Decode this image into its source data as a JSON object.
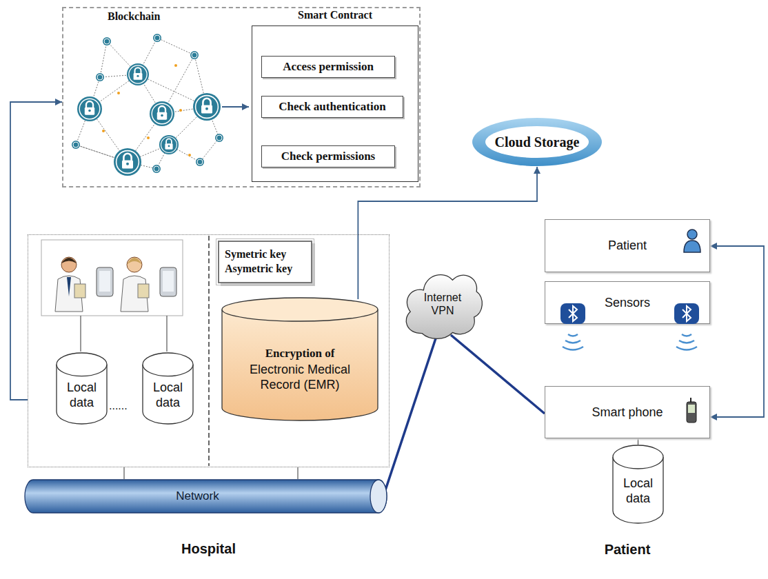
{
  "diagram": {
    "nodes": [
      {
        "text": [
          "Blockchain"
        ]
      },
      {
        "text": [
          "Smart Contract"
        ],
        "in": 0
      },
      {
        "text": [
          "Access permission"
        ],
        "in": 1
      },
      {
        "text": [
          "Check authentication"
        ],
        "in": 1
      },
      {
        "text": [
          "Check permissions"
        ],
        "in": 1
      },
      {
        "text": [
          "Cloud Storage"
        ]
      },
      {
        "text": [
          "Hospital"
        ]
      },
      {
        "text": [
          "Local data"
        ],
        "in": 6
      },
      {
        "text": [
          "Local data"
        ],
        "in": 6
      },
      {
        "text": [
          "Symetric key Asymetric key"
        ],
        "in": 6
      },
      {
        "text": [
          "Encryption of",
          "Electronic Medical Record (EMR)"
        ],
        "in": 6
      },
      {
        "text": [
          "Network"
        ]
      },
      {
        "text": [
          "Internet VPN"
        ]
      },
      {
        "text": [
          "Patient"
        ]
      },
      {
        "text": [
          "Sensors"
        ]
      },
      {
        "text": [
          "Smart phone"
        ]
      },
      {
        "text": [
          "Local data"
        ]
      }
    ],
    "edges": [
      {
        "from": 6,
        "to": 0,
        "arrow": "to"
      },
      {
        "from": 10,
        "to": 5,
        "arrow": "to"
      },
      {
        "from": 6,
        "to": 11,
        "arrow": "none"
      },
      {
        "from": 6,
        "to": 11,
        "arrow": "none"
      },
      {
        "from": 11,
        "to": 12,
        "arrow": "none"
      },
      {
        "from": 12,
        "to": 15,
        "arrow": "none"
      },
      {
        "from": 15,
        "to": 16,
        "arrow": "none"
      },
      {
        "from": 15,
        "to": 13,
        "arrow": "both"
      }
    ],
    "labels": [
      "......",
      "Patient"
    ]
  }
}
